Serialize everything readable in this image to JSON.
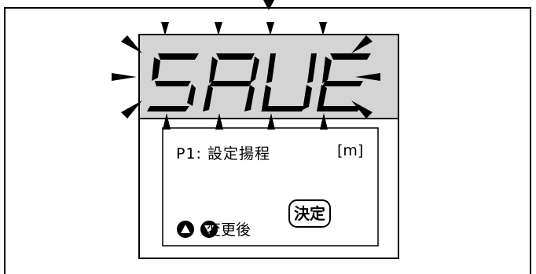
{
  "display": {
    "text": "SAUE",
    "state": "blinking"
  },
  "sub_screen": {
    "parameter": "P1:  設定揚程",
    "unit": "[m]",
    "change_instruction": "変更後",
    "confirm_key": "決定"
  },
  "buttons": {
    "up": "up-triangle-icon",
    "down": "down-triangle-icon"
  },
  "colors": {
    "display_bg": "#d4d4d4",
    "segment": "#000000",
    "outline": "#000000"
  }
}
